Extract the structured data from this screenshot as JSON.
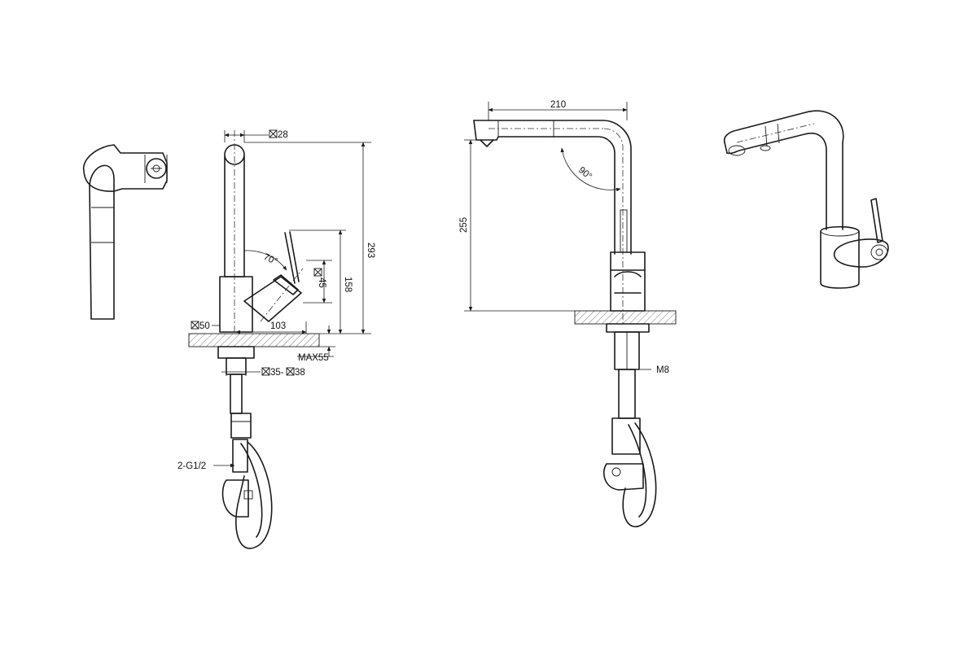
{
  "dimensions": {
    "d28": "28",
    "d293": "293",
    "d158": "158",
    "d45": "45",
    "d70": "70°",
    "d50": "50",
    "d103": "103",
    "max55": "MAX55",
    "d35_38": "35- ",
    "d38": "38",
    "g12": "2-G1/2",
    "d210": "210",
    "d90": "90°",
    "d255": "255",
    "m8": "M8"
  }
}
